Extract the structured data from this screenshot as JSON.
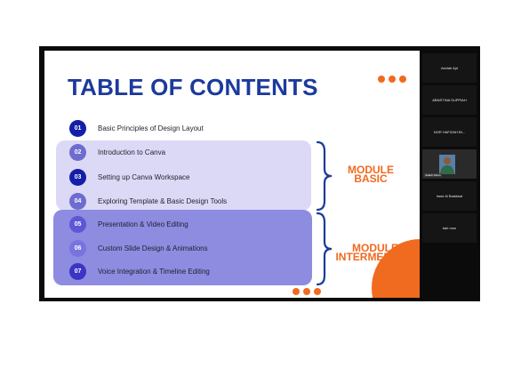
{
  "slide": {
    "title": "TABLE OF CONTENTS",
    "items": [
      {
        "num": "01",
        "label": "Basic Principles of Design Layout",
        "color": "#141ea8"
      },
      {
        "num": "02",
        "label": "Introduction to Canva",
        "color": "#6f6ccf"
      },
      {
        "num": "03",
        "label": "Setting up Canva Workspace",
        "color": "#141ea8"
      },
      {
        "num": "04",
        "label": "Exploring Template & Basic Design Tools",
        "color": "#6f6ccf"
      },
      {
        "num": "05",
        "label": "Presentation & Video Editing",
        "color": "#5d57d6"
      },
      {
        "num": "06",
        "label": "Custom Slide Design & Animations",
        "color": "#7873de"
      },
      {
        "num": "07",
        "label": "Voice Integration & Timeline Editing",
        "color": "#3b35c5"
      }
    ],
    "module_basic": [
      "MODULE",
      "BASIC"
    ],
    "module_intermediate": [
      "MODULE",
      "INTERMEDIATE"
    ]
  },
  "participants": [
    {
      "name": "Aezlah Ajri"
    },
    {
      "name": "ABNSTINA SUPPIAH"
    },
    {
      "name": "NOR HAFIZAH BI..."
    },
    {
      "name": "Julaidi Johari",
      "video": true
    },
    {
      "name": "Irsse Al Baddawi"
    },
    {
      "name": "bah mon"
    }
  ],
  "colors": {
    "accent_orange": "#f06a1f",
    "title_blue": "#1c3a9c",
    "brace_blue": "#1c3a9c"
  }
}
